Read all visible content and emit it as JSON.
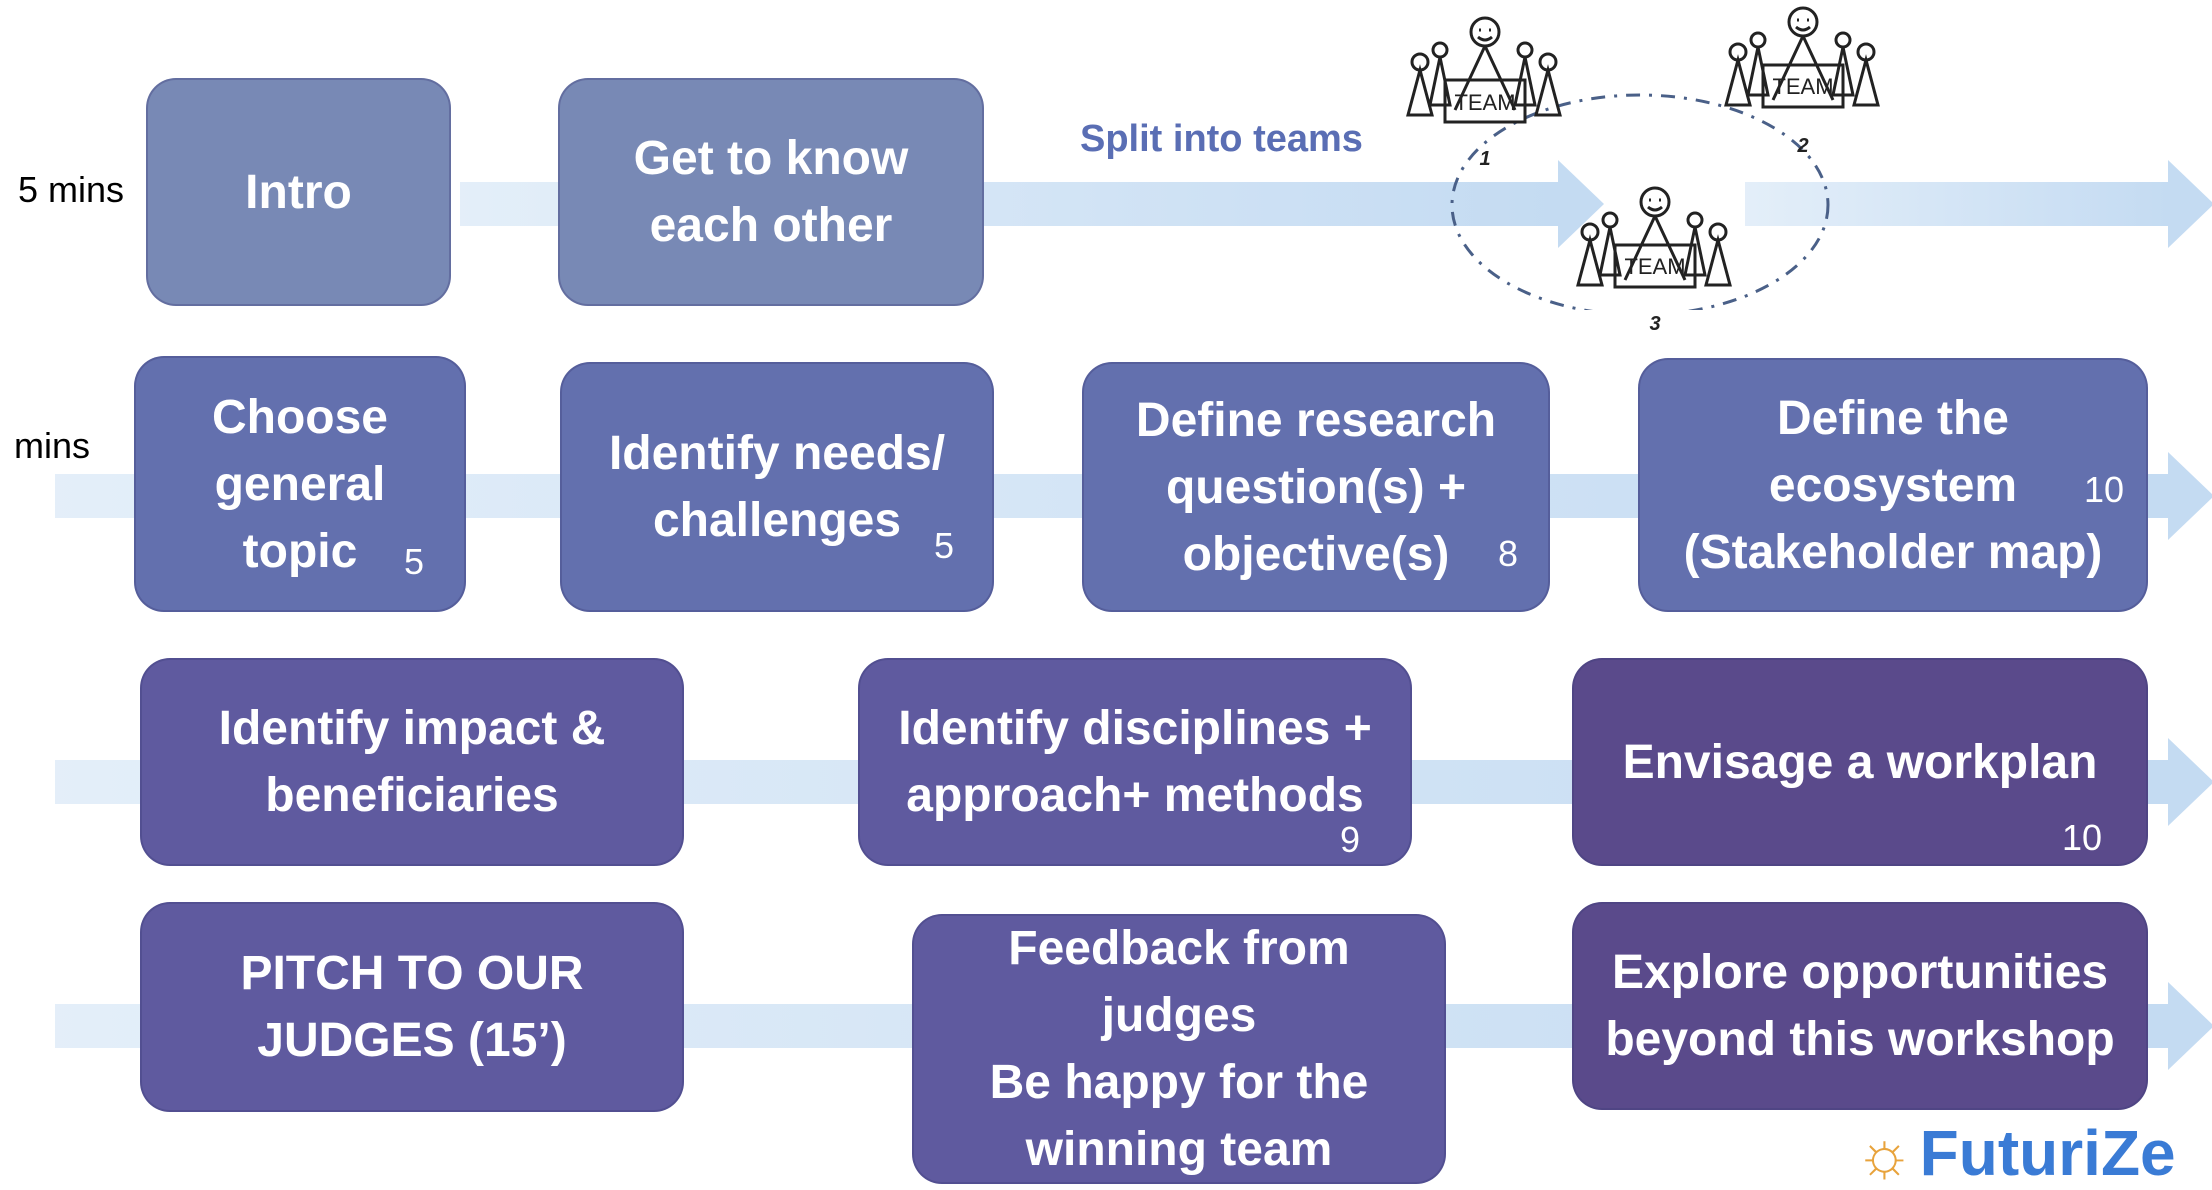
{
  "side_labels": {
    "row1": "5 mins",
    "row2": "mins"
  },
  "split_label": "Split into teams",
  "rows": [
    [
      {
        "lines": [
          "Intro"
        ],
        "mins": ""
      },
      {
        "lines": [
          "Get to know",
          "each other"
        ],
        "mins": ""
      }
    ],
    [
      {
        "lines": [
          "Choose",
          "general",
          "topic"
        ],
        "mins": "5"
      },
      {
        "lines": [
          "Identify needs/",
          "challenges"
        ],
        "mins": "5"
      },
      {
        "lines": [
          "Define research",
          "question(s) +",
          "objective(s)"
        ],
        "mins": "8"
      },
      {
        "lines": [
          "Define the",
          "ecosystem",
          "(Stakeholder map)"
        ],
        "mins": "10"
      }
    ],
    [
      {
        "lines": [
          "Identify  impact &",
          "beneficiaries"
        ],
        "mins": ""
      },
      {
        "lines": [
          "Identify disciplines +",
          "approach+ methods"
        ],
        "mins": "9"
      },
      {
        "lines": [
          "Envisage a workplan"
        ],
        "mins": "10"
      }
    ],
    [
      {
        "lines": [
          "PITCH TO OUR",
          "JUDGES (15’)"
        ],
        "mins": ""
      },
      {
        "lines": [
          "Feedback from",
          "judges",
          "Be happy for the",
          "winning team"
        ],
        "mins": ""
      },
      {
        "lines": [
          "Explore opportunities",
          "beyond this workshop"
        ],
        "mins": ""
      }
    ]
  ],
  "teams": [
    {
      "sign": "TEAM",
      "number": "1"
    },
    {
      "sign": "TEAM",
      "number": "2"
    },
    {
      "sign": "TEAM",
      "number": "3"
    }
  ],
  "logo": {
    "text": "FuturiZe"
  },
  "colors": {
    "arrow": "#c4dbf2",
    "row1": "#7889b5",
    "row2": "#6370ae",
    "row3": "#5f5a9f",
    "row4": "#5a4a8b",
    "split": "#5a6eb4"
  }
}
